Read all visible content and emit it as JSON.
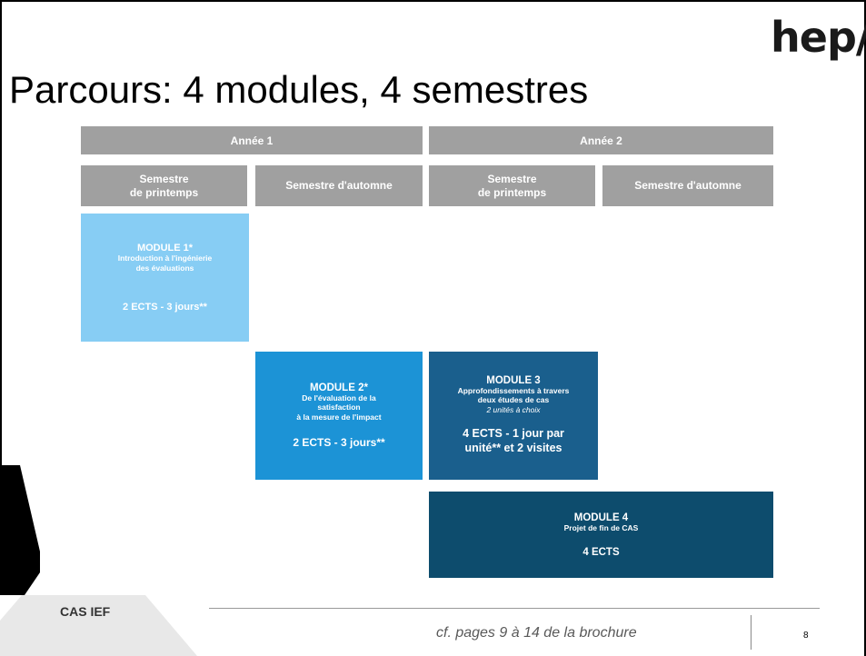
{
  "logo": {
    "text": "hep/"
  },
  "title": "Parcours: 4 modules, 4 semestres",
  "years": [
    {
      "label": "Année 1"
    },
    {
      "label": "Année 2"
    }
  ],
  "semesters": [
    {
      "line1": "Semestre",
      "line2": "de printemps"
    },
    {
      "line1": "Semestre d'automne",
      "line2": ""
    },
    {
      "line1": "Semestre",
      "line2": "de printemps"
    },
    {
      "line1": "Semestre d'automne",
      "line2": ""
    }
  ],
  "modules": [
    {
      "title": "MODULE 1*",
      "desc": [
        "Introduction à l'ingénierie",
        "des évaluations"
      ],
      "ects": "2 ECTS - 3 jours**",
      "color": "#87cdf4"
    },
    {
      "title": "MODULE 2*",
      "desc": [
        "De l'évaluation de la",
        "satisfaction",
        "à la mesure de l'impact"
      ],
      "ects": "2 ECTS - 3 jours**",
      "color": "#1c93d6"
    },
    {
      "title": "MODULE 3",
      "desc": [
        "Approfondissements à travers",
        "deux études de cas"
      ],
      "italic": "2 unités à choix",
      "ects": [
        "4 ECTS - 1 jour par",
        "unité** et 2 visites"
      ],
      "color": "#1a5f8d"
    },
    {
      "title": "MODULE 4",
      "desc": [
        "Projet de fin de CAS"
      ],
      "ects": "4 ECTS",
      "color": "#0d4c6d"
    }
  ],
  "footer": {
    "label": "CAS IEF",
    "reference": "cf. pages 9 à 14 de la brochure",
    "page_number": "8"
  }
}
